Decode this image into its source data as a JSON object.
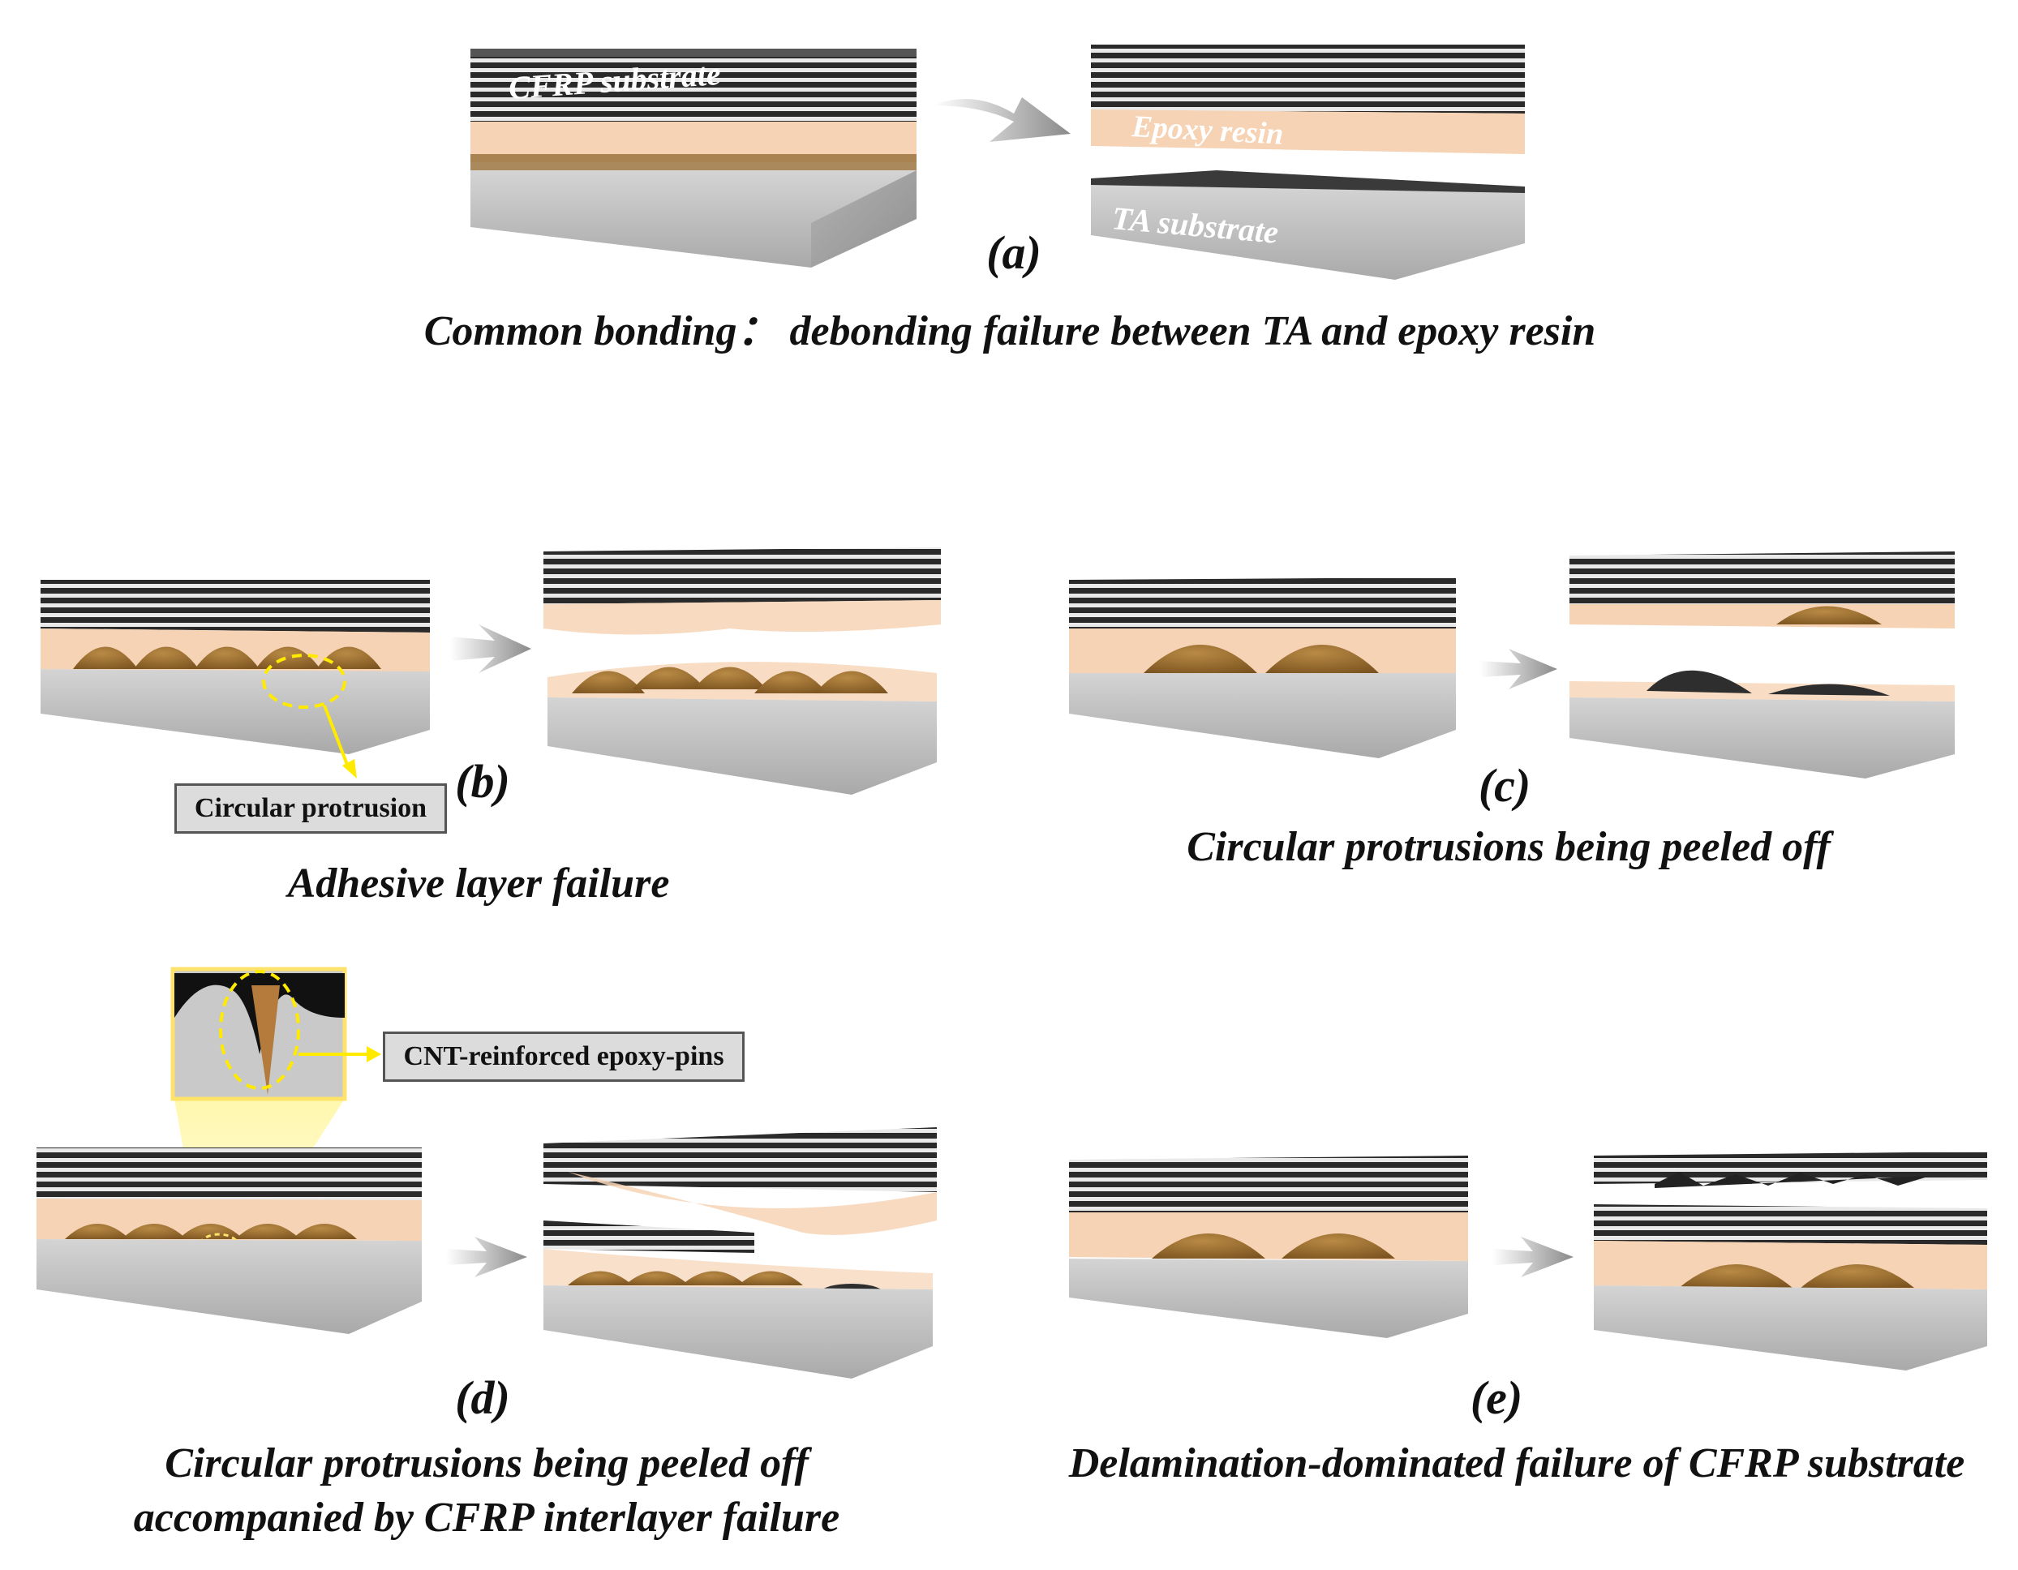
{
  "panels": {
    "a": {
      "label": "(a)",
      "caption": "Common bonding： debonding failure between TA and epoxy resin",
      "layer_labels": {
        "cfrp": "CFRP substrate",
        "epoxy": "Epoxy resin",
        "ta": "TA substrate"
      }
    },
    "b": {
      "label": "(b)",
      "caption": "Adhesive layer failure",
      "callout": "Circular protrusion"
    },
    "c": {
      "label": "(c)",
      "caption": "Circular protrusions being peeled off"
    },
    "d": {
      "label": "(d)",
      "caption_line1": "Circular protrusions being peeled off",
      "caption_line2": "accompanied by CFRP interlayer failure",
      "callout": "CNT-reinforced epoxy-pins"
    },
    "e": {
      "label": "(e)",
      "caption": "Delamination-dominated failure of CFRP substrate"
    }
  },
  "colors": {
    "cfrp_dark": "#2b2b2b",
    "cfrp_light": "#e8e8e8",
    "epoxy": "#f6d3b4",
    "protrusion": "#9a6a2c",
    "ta_front": "#c9c9c9",
    "ta_top": "#8c6a3e",
    "callout_line": "#ffea00"
  }
}
